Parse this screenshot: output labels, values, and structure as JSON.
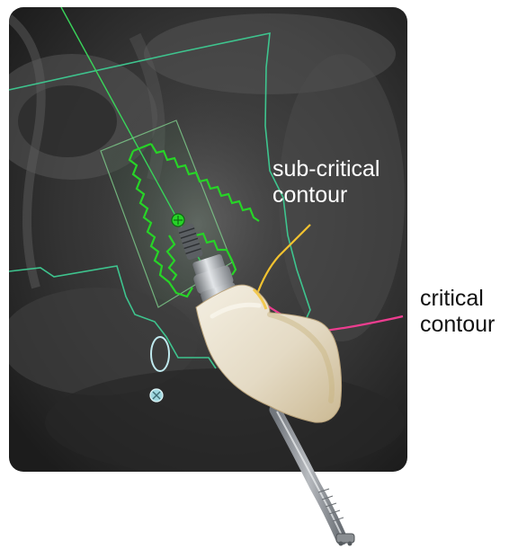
{
  "labels": {
    "sub_critical": {
      "line1": "sub-critical",
      "line2": "contour"
    },
    "critical": {
      "line1": "critical",
      "line2": "contour"
    }
  },
  "colors": {
    "ct_background": "#2e2e2e",
    "bone_outline": "#3ec48e",
    "implant_outline": "#27d427",
    "trajectory_line": "#39d45a",
    "sub_critical_contour": "#f2c230",
    "critical_contour": "#ec3d8f",
    "marker": "#bfe9ee",
    "crown": "#e8e0cf",
    "instrument": "#9ea3a8"
  },
  "icons": [
    "ct-scan",
    "implant",
    "abutment",
    "crown",
    "dental-probe",
    "nerve-marker"
  ]
}
